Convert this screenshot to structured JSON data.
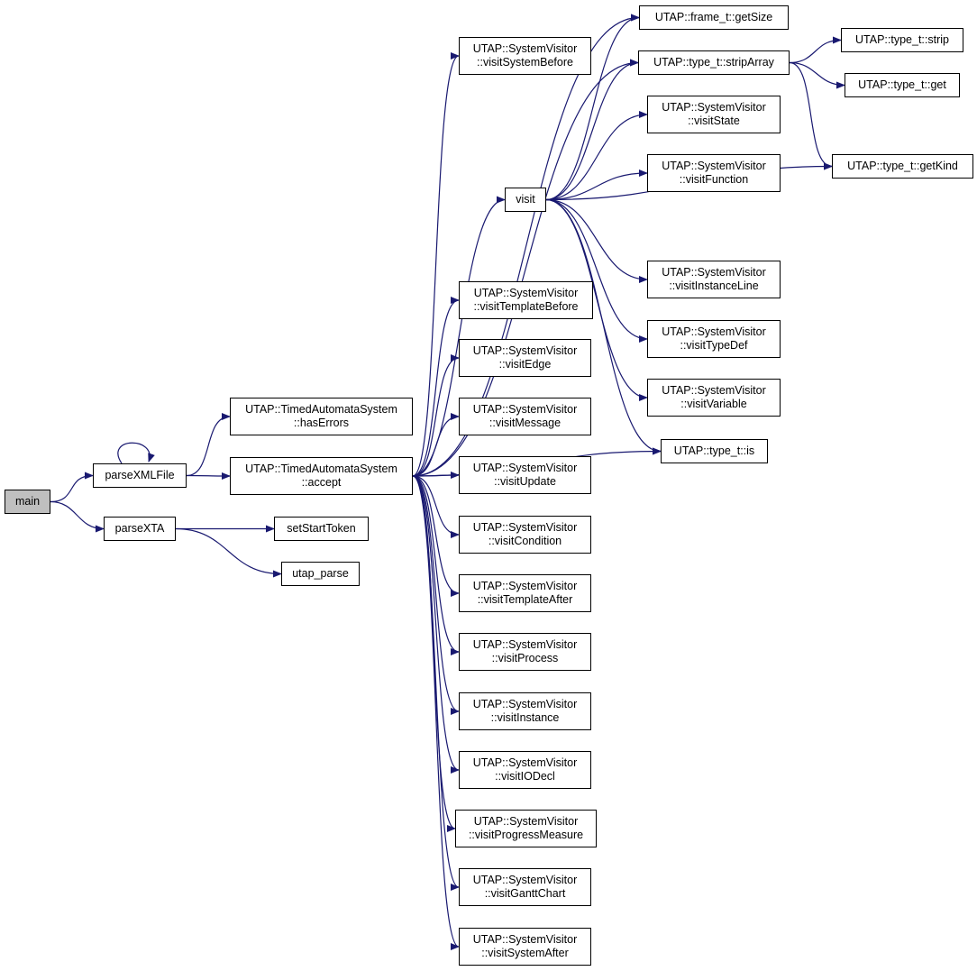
{
  "colors": {
    "edge": "#191970",
    "node_border": "#000000",
    "root_fill": "#bfbfbf",
    "node_fill": "#ffffff"
  },
  "nodes": [
    {
      "id": "main",
      "lines": [
        "main"
      ],
      "root": true
    },
    {
      "id": "parseXMLFile",
      "lines": [
        "parseXMLFile"
      ]
    },
    {
      "id": "parseXTA",
      "lines": [
        "parseXTA"
      ]
    },
    {
      "id": "hasErrors",
      "lines": [
        "UTAP::TimedAutomataSystem",
        "::hasErrors"
      ]
    },
    {
      "id": "accept",
      "lines": [
        "UTAP::TimedAutomataSystem",
        "::accept"
      ]
    },
    {
      "id": "setStartToken",
      "lines": [
        "setStartToken"
      ]
    },
    {
      "id": "utap_parse",
      "lines": [
        "utap_parse"
      ]
    },
    {
      "id": "visitSystemBefore",
      "lines": [
        "UTAP::SystemVisitor",
        "::visitSystemBefore"
      ]
    },
    {
      "id": "visit",
      "lines": [
        "visit"
      ]
    },
    {
      "id": "visitTemplateBefore",
      "lines": [
        "UTAP::SystemVisitor",
        "::visitTemplateBefore"
      ]
    },
    {
      "id": "visitEdge",
      "lines": [
        "UTAP::SystemVisitor",
        "::visitEdge"
      ]
    },
    {
      "id": "visitMessage",
      "lines": [
        "UTAP::SystemVisitor",
        "::visitMessage"
      ]
    },
    {
      "id": "visitUpdate",
      "lines": [
        "UTAP::SystemVisitor",
        "::visitUpdate"
      ]
    },
    {
      "id": "visitCondition",
      "lines": [
        "UTAP::SystemVisitor",
        "::visitCondition"
      ]
    },
    {
      "id": "visitTemplateAfter",
      "lines": [
        "UTAP::SystemVisitor",
        "::visitTemplateAfter"
      ]
    },
    {
      "id": "visitProcess",
      "lines": [
        "UTAP::SystemVisitor",
        "::visitProcess"
      ]
    },
    {
      "id": "visitInstance",
      "lines": [
        "UTAP::SystemVisitor",
        "::visitInstance"
      ]
    },
    {
      "id": "visitIODecl",
      "lines": [
        "UTAP::SystemVisitor",
        "::visitIODecl"
      ]
    },
    {
      "id": "visitProgressMeasure",
      "lines": [
        "UTAP::SystemVisitor",
        "::visitProgressMeasure"
      ]
    },
    {
      "id": "visitGanttChart",
      "lines": [
        "UTAP::SystemVisitor",
        "::visitGanttChart"
      ]
    },
    {
      "id": "visitSystemAfter",
      "lines": [
        "UTAP::SystemVisitor",
        "::visitSystemAfter"
      ]
    },
    {
      "id": "getSize",
      "lines": [
        "UTAP::frame_t::getSize"
      ]
    },
    {
      "id": "stripArray",
      "lines": [
        "UTAP::type_t::stripArray"
      ]
    },
    {
      "id": "visitState",
      "lines": [
        "UTAP::SystemVisitor",
        "::visitState"
      ]
    },
    {
      "id": "visitFunction",
      "lines": [
        "UTAP::SystemVisitor",
        "::visitFunction"
      ]
    },
    {
      "id": "visitInstanceLine",
      "lines": [
        "UTAP::SystemVisitor",
        "::visitInstanceLine"
      ]
    },
    {
      "id": "visitTypeDef",
      "lines": [
        "UTAP::SystemVisitor",
        "::visitTypeDef"
      ]
    },
    {
      "id": "visitVariable",
      "lines": [
        "UTAP::SystemVisitor",
        "::visitVariable"
      ]
    },
    {
      "id": "type_is",
      "lines": [
        "UTAP::type_t::is"
      ]
    },
    {
      "id": "strip",
      "lines": [
        "UTAP::type_t::strip"
      ]
    },
    {
      "id": "type_get",
      "lines": [
        "UTAP::type_t::get"
      ]
    },
    {
      "id": "getKind",
      "lines": [
        "UTAP::type_t::getKind"
      ]
    }
  ],
  "edges": [
    [
      "main",
      "parseXMLFile"
    ],
    [
      "main",
      "parseXTA"
    ],
    [
      "parseXMLFile",
      "parseXMLFile"
    ],
    [
      "parseXMLFile",
      "hasErrors"
    ],
    [
      "parseXMLFile",
      "accept"
    ],
    [
      "parseXTA",
      "setStartToken"
    ],
    [
      "parseXTA",
      "utap_parse"
    ],
    [
      "accept",
      "visitSystemBefore"
    ],
    [
      "accept",
      "visit"
    ],
    [
      "accept",
      "getSize"
    ],
    [
      "accept",
      "stripArray"
    ],
    [
      "accept",
      "type_is"
    ],
    [
      "accept",
      "visitTemplateBefore"
    ],
    [
      "accept",
      "visitEdge"
    ],
    [
      "accept",
      "visitMessage"
    ],
    [
      "accept",
      "visitUpdate"
    ],
    [
      "accept",
      "visitCondition"
    ],
    [
      "accept",
      "visitTemplateAfter"
    ],
    [
      "accept",
      "visitProcess"
    ],
    [
      "accept",
      "visitInstance"
    ],
    [
      "accept",
      "visitIODecl"
    ],
    [
      "accept",
      "visitProgressMeasure"
    ],
    [
      "accept",
      "visitGanttChart"
    ],
    [
      "accept",
      "visitSystemAfter"
    ],
    [
      "visit",
      "getSize"
    ],
    [
      "visit",
      "stripArray"
    ],
    [
      "visit",
      "visitState"
    ],
    [
      "visit",
      "visitFunction"
    ],
    [
      "visit",
      "getKind"
    ],
    [
      "visit",
      "visitInstanceLine"
    ],
    [
      "visit",
      "visitTypeDef"
    ],
    [
      "visit",
      "visitVariable"
    ],
    [
      "visit",
      "type_is"
    ],
    [
      "stripArray",
      "strip"
    ],
    [
      "stripArray",
      "type_get"
    ],
    [
      "stripArray",
      "getKind"
    ]
  ]
}
